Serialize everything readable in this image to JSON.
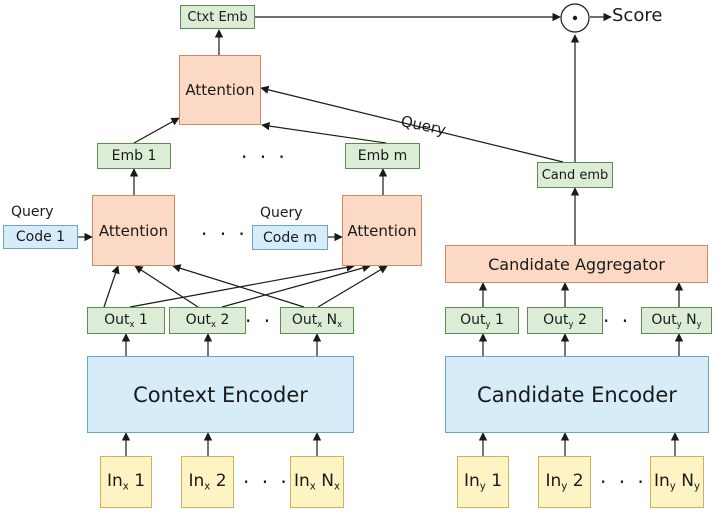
{
  "ctxt_emb": "Ctxt Emb",
  "score": "Score",
  "top_attention": "Attention",
  "query_top": "Query",
  "emb1": "Emb 1",
  "embm": "Emb m",
  "ellipsis": "· · ·",
  "cand_emb": "Cand emb",
  "query_left": "Query",
  "code1": "Code 1",
  "attention_left": "Attention",
  "query_mid": "Query",
  "codem": "Code m",
  "attention_right": "Attention",
  "candidate_aggregator": "Candidate Aggregator",
  "context_encoder": "Context Encoder",
  "candidate_encoder": "Candidate Encoder",
  "dot_symbol": "⊙",
  "ctx_outputs": [
    {
      "base": "Out",
      "sub": "x",
      "suffix": " 1"
    },
    {
      "base": "Out",
      "sub": "x",
      "suffix": " 2"
    },
    {
      "base": "Out",
      "sub": "x",
      "suffix": " N",
      "sub2": "x"
    }
  ],
  "cand_outputs": [
    {
      "base": "Out",
      "sub": "y",
      "suffix": " 1"
    },
    {
      "base": "Out",
      "sub": "y",
      "suffix": " 2"
    },
    {
      "base": "Out",
      "sub": "y",
      "suffix": " N",
      "sub2": "y"
    }
  ],
  "ctx_inputs": [
    {
      "base": "In",
      "sub": "x",
      "suffix": " 1"
    },
    {
      "base": "In",
      "sub": "x",
      "suffix": " 2"
    },
    {
      "base": "In",
      "sub": "x",
      "suffix": " N",
      "sub2": "x"
    }
  ],
  "cand_inputs": [
    {
      "base": "In",
      "sub": "y",
      "suffix": " 1"
    },
    {
      "base": "In",
      "sub": "y",
      "suffix": " 2"
    },
    {
      "base": "In",
      "sub": "y",
      "suffix": " N",
      "sub2": "y"
    }
  ]
}
